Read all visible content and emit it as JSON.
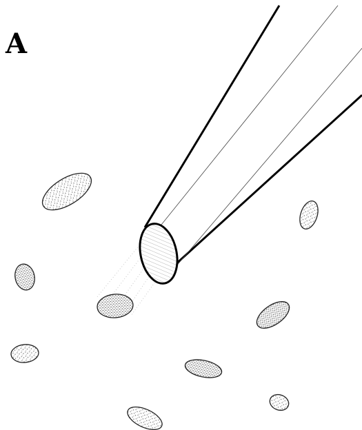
{
  "panel": {
    "label": "A"
  },
  "colors": {
    "ink": "#000000",
    "stipple": "#9a9a9a",
    "stipple_dark": "#555555",
    "background": "#ffffff"
  },
  "objects": {
    "pipette": "micropipette-tip",
    "cells": "suspended-cells",
    "suction": "aspiration-flow-lines"
  }
}
